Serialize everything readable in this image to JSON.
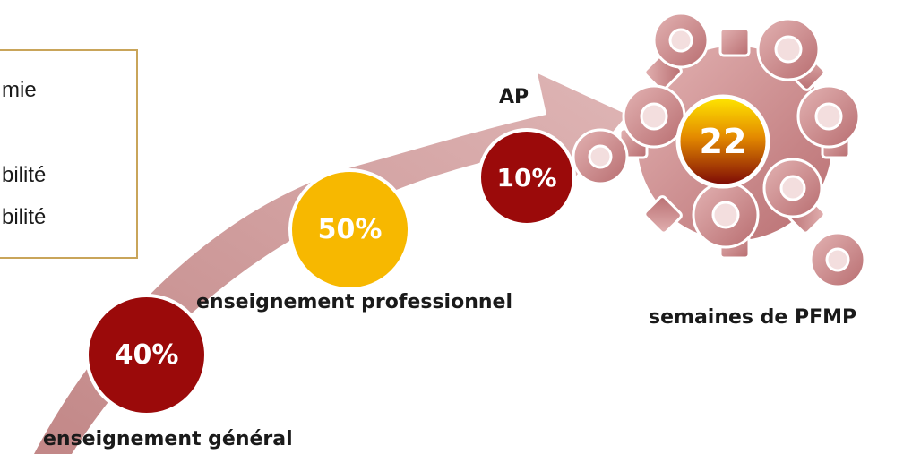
{
  "box": {
    "lines": [
      "mie",
      "bilité",
      "bilité"
    ]
  },
  "stages": [
    {
      "value": "40%",
      "label": "enseignement général",
      "color": "#9b0a0a"
    },
    {
      "value": "50%",
      "label": "enseignement professionnel",
      "color": "#f7b800"
    },
    {
      "value": "10%",
      "label": "AP",
      "color": "#9b0a0a"
    }
  ],
  "pfmp": {
    "value": "22",
    "label": "semaines de PFMP"
  },
  "colors": {
    "arrow": "#c28a8a",
    "gears": "#c9888a",
    "box_border": "#c9a55a"
  },
  "icons": [
    "arrow-icon",
    "gear-icon"
  ]
}
